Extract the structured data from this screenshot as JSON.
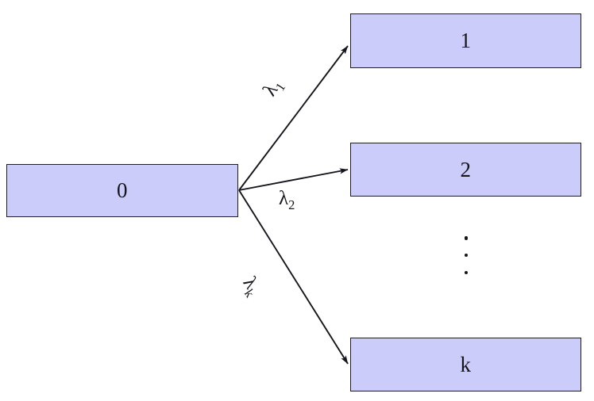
{
  "diagram": {
    "kind": "branching-rate-diagram",
    "background_color": "#ffffff",
    "node_fill_color": "#ccccfa",
    "node_border_color": "#1d1d22",
    "edge_color": "#15151c",
    "nodes": [
      {
        "id": "node-0",
        "label": "0"
      },
      {
        "id": "node-1",
        "label": "1"
      },
      {
        "id": "node-2",
        "label": "2"
      },
      {
        "id": "node-k",
        "label": "k"
      }
    ],
    "edges": [
      {
        "id": "edge-0-1",
        "from": "0",
        "to": "1",
        "label_symbol": "λ",
        "label_subscript": "1"
      },
      {
        "id": "edge-0-2",
        "from": "0",
        "to": "2",
        "label_symbol": "λ",
        "label_subscript": "2"
      },
      {
        "id": "edge-0-k",
        "from": "0",
        "to": "k",
        "label_symbol": "λ",
        "label_subscript": "k"
      }
    ],
    "ellipsis": {
      "name": "vertical-ellipsis",
      "glyph": "⋮",
      "dot_count": 3
    }
  }
}
